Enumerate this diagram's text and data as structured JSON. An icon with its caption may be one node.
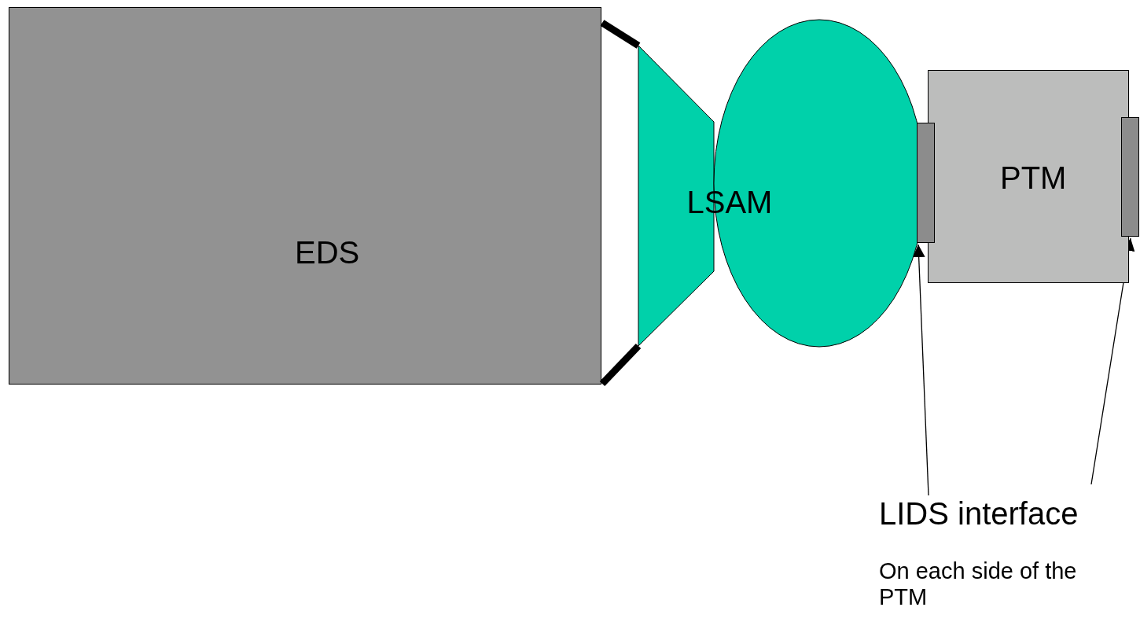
{
  "diagram": {
    "nodes": [
      {
        "text": [
          "EDS"
        ]
      },
      {
        "text": [
          "LSAM"
        ]
      },
      {
        "text": [
          "PTM"
        ]
      },
      {
        "text": [],
        "shape": "bar"
      },
      {
        "text": [],
        "shape": "bar"
      },
      {
        "text": [
          "LIDS interface",
          "On each side of the PTM"
        ]
      }
    ],
    "edges": [
      {
        "from": 5,
        "to": 3,
        "arrow": "to"
      },
      {
        "from": 5,
        "to": 4,
        "arrow": "to"
      }
    ]
  }
}
